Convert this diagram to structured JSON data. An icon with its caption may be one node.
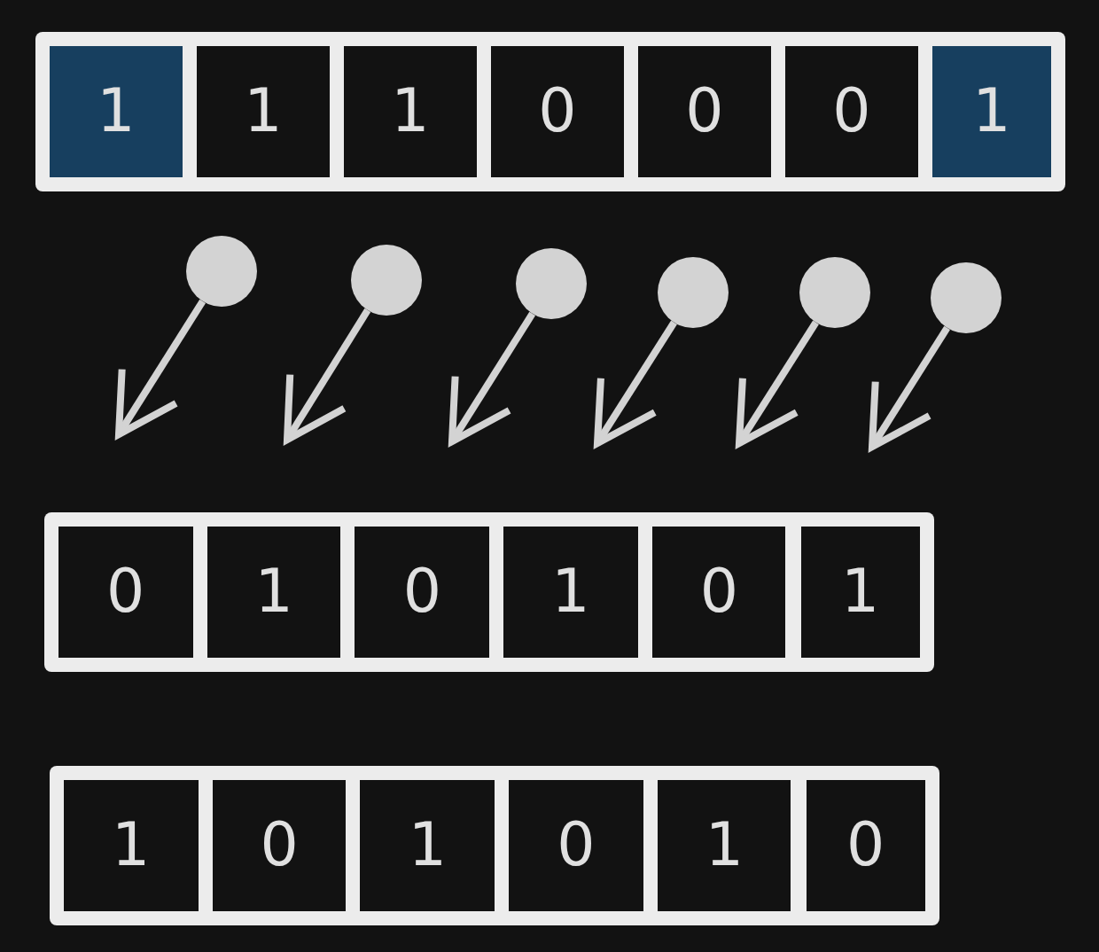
{
  "diagram": {
    "nodes": [
      {
        "text": [
          "1"
        ]
      },
      {
        "text": [
          "1"
        ]
      },
      {
        "text": [
          "1"
        ]
      },
      {
        "text": [
          "0"
        ]
      },
      {
        "text": [
          "0"
        ]
      },
      {
        "text": [
          "0"
        ]
      },
      {
        "text": [
          "1"
        ]
      },
      {
        "text": [],
        "shape": "circle"
      },
      {
        "text": [],
        "shape": "circle"
      },
      {
        "text": [],
        "shape": "circle"
      },
      {
        "text": [],
        "shape": "circle"
      },
      {
        "text": [],
        "shape": "circle"
      },
      {
        "text": [],
        "shape": "circle"
      },
      {
        "text": [
          "0"
        ]
      },
      {
        "text": [
          "1"
        ]
      },
      {
        "text": [
          "0"
        ]
      },
      {
        "text": [
          "1"
        ]
      },
      {
        "text": [
          "0"
        ]
      },
      {
        "text": [
          "1"
        ]
      },
      {
        "text": [
          "1"
        ]
      },
      {
        "text": [
          "0"
        ]
      },
      {
        "text": [
          "1"
        ]
      },
      {
        "text": [
          "0"
        ]
      },
      {
        "text": [
          "1"
        ]
      },
      {
        "text": [
          "0"
        ]
      }
    ],
    "edges": [
      {
        "from": 7,
        "to": null,
        "arrow": "to"
      },
      {
        "from": 8,
        "to": null,
        "arrow": "to"
      },
      {
        "from": 9,
        "to": null,
        "arrow": "to"
      },
      {
        "from": 10,
        "to": null,
        "arrow": "to"
      },
      {
        "from": 11,
        "to": null,
        "arrow": "to"
      },
      {
        "from": 12,
        "to": null,
        "arrow": "to"
      }
    ]
  }
}
